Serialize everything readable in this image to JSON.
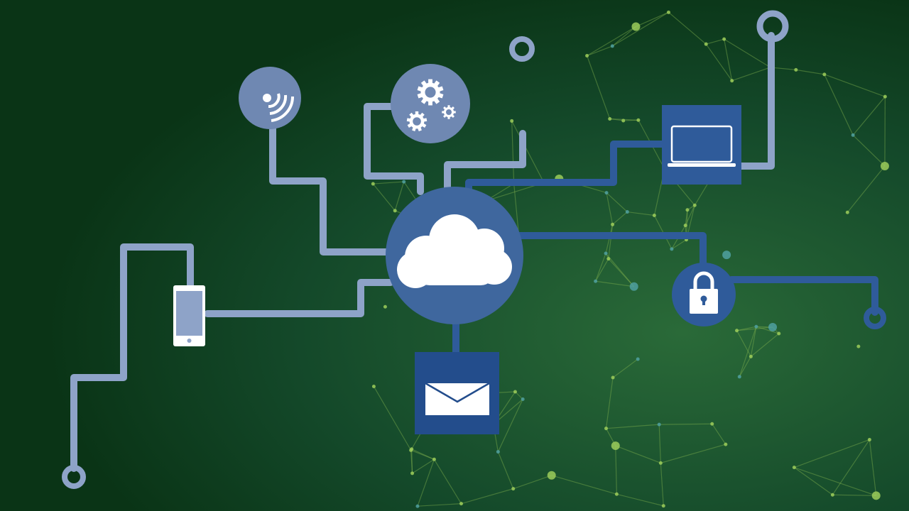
{
  "scene": {
    "background_color": "#0b3a1a",
    "mesh_color": "#7fb04e",
    "node_color": "#9ccc5a",
    "dot_color": "#4fa0a0",
    "connector_color_light": "#8ea3c8",
    "connector_color_dark": "#2f5b9a",
    "icon_fill_light": "#6f88b2",
    "icon_fill_mid": "#3f679e",
    "icon_fill_dark": "#234d8c",
    "icon_glyph_color": "#ffffff"
  },
  "icons": [
    {
      "name": "cloud-icon",
      "role": "hub"
    },
    {
      "name": "wifi-signal-icon",
      "role": "node"
    },
    {
      "name": "gears-icon",
      "role": "node"
    },
    {
      "name": "laptop-icon",
      "role": "node"
    },
    {
      "name": "lock-icon",
      "role": "node"
    },
    {
      "name": "mail-icon",
      "role": "node"
    },
    {
      "name": "smartphone-icon",
      "role": "node"
    }
  ]
}
